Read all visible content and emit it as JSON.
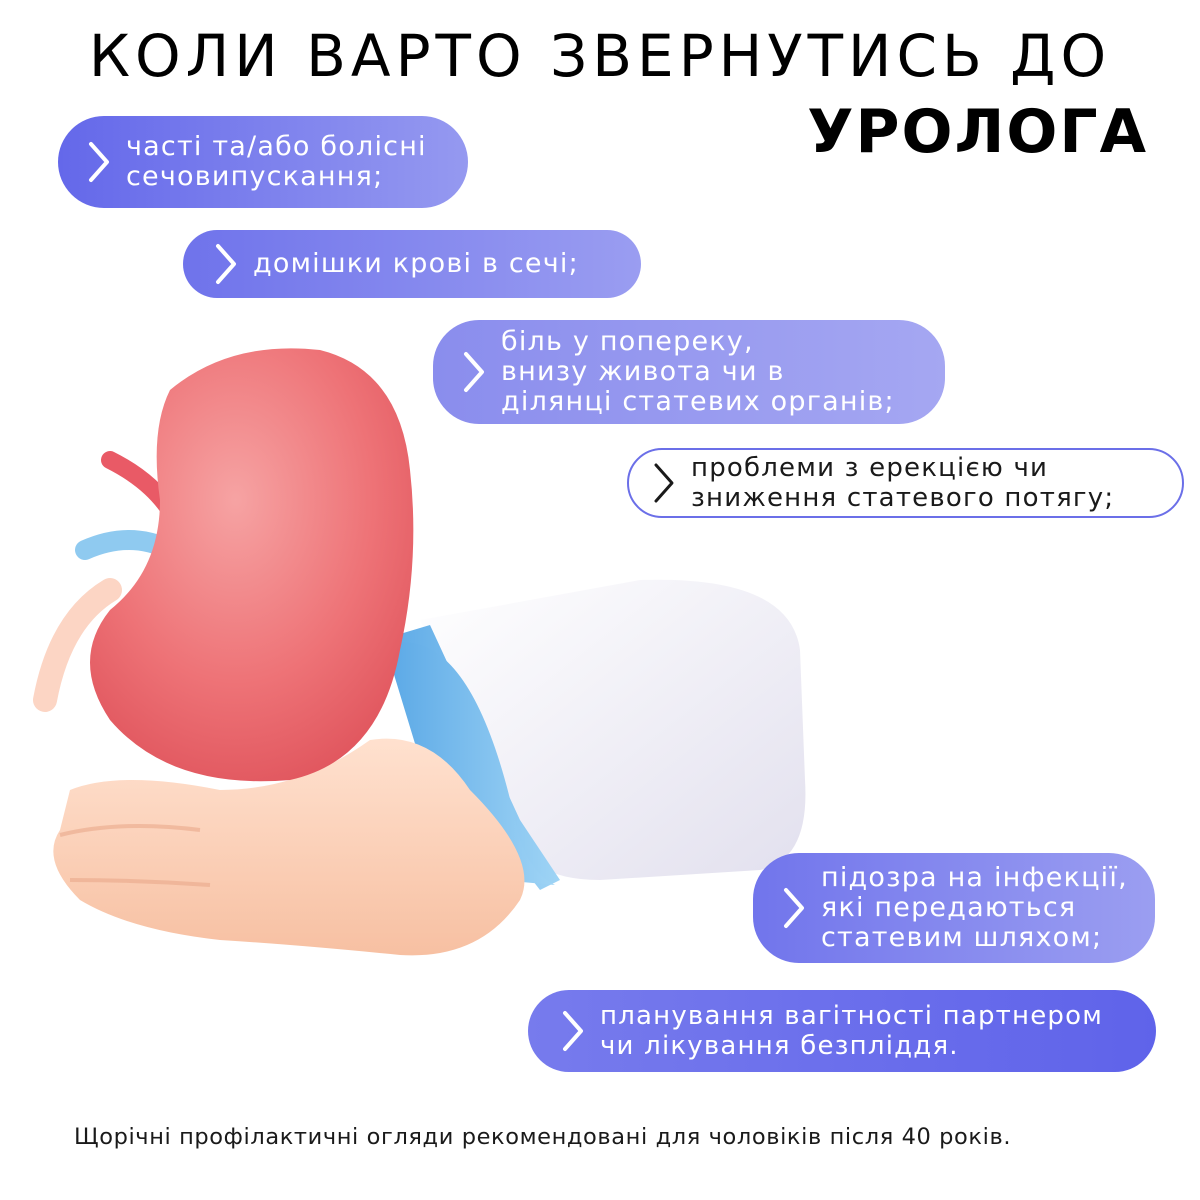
{
  "title": {
    "line1": "КОЛИ ВАРТО ЗВЕРНУТИСЬ ДО",
    "line2": "УРОЛОГА"
  },
  "items": [
    "часті та/або болісні\nсечовипускання;",
    "домішки крові в сечі;",
    "біль у попереку,\nвнизу живота чи в\nділянці статевих органів;",
    "проблеми з ерекцією чи\nзниження статевого потягу;",
    "підозра на інфекції,\nякі передаються\nстатевим шляхом;",
    "планування вагітності партнером\nчи лікування безпліддя."
  ],
  "footer": "Щорічні профілактичні огляди рекомендовані для чоловіків після 40 років.",
  "icons": {
    "chevron": "chevron-right-icon",
    "illustration": "kidney-in-hand-icon"
  },
  "colors": {
    "pill_light": "#8f93ef",
    "pill_dark": "#5f63ea",
    "outline": "#6b6fe8",
    "kidney": "#ee7377",
    "sleeve_cuff": "#7ec4ee"
  }
}
